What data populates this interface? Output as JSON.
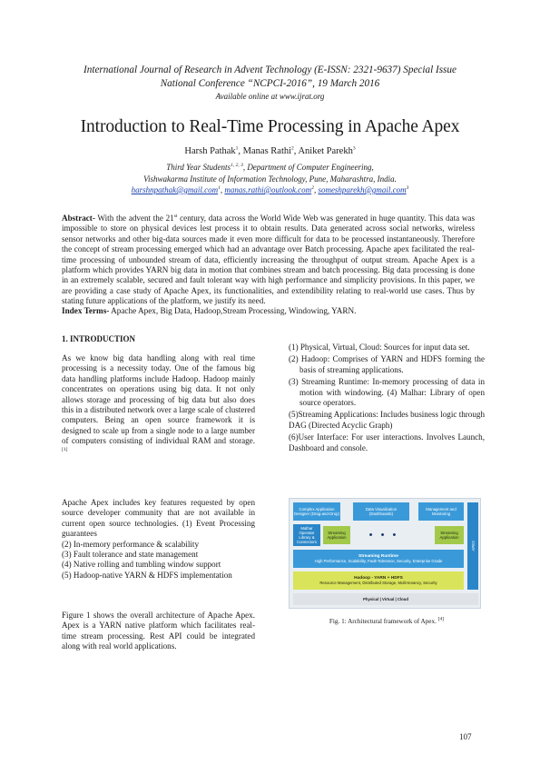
{
  "header": {
    "journal_line1": "International Journal of Research in Advent Technology (E-ISSN: 2321-9637) Special Issue",
    "journal_line2": "National Conference “NCPCI-2016”, 19 March 2016",
    "availability": "Available online at www.ijrat.org"
  },
  "paper": {
    "title": "Introduction to Real-Time Processing in Apache Apex",
    "authors": [
      {
        "name": "Harsh Pathak",
        "sup": "1"
      },
      {
        "name": "Manas Rathi",
        "sup": "2"
      },
      {
        "name": "Aniket Parekh",
        "sup": "3"
      }
    ],
    "affiliation_line1_pre": "Third Year Students",
    "affiliation_line1_sup": "1, 2, 3",
    "affiliation_line1_post": ", Department of Computer Engineering,",
    "affiliation_line2": "Vishwakarma Institute of Information Technology, Pune, Maharashtra, India.",
    "emails": [
      {
        "addr": "harshnpathak@gmail.com",
        "sup": "1"
      },
      {
        "addr": "manas.rathi@outlook.com",
        "sup": "2"
      },
      {
        "addr": "someshparekh@gmail.com",
        "sup": "3"
      }
    ],
    "abstract_label": "Abstract-",
    "abstract_part1": " With the advent the 21",
    "abstract_sup": "st",
    "abstract_part2": " century, data across the World Wide Web was generated in huge quantity. This data was impossible to store on physical devices lest process it to obtain results. Data generated across social networks, wireless sensor networks and other big-data sources made it even more difficult for data to be processed instantaneously. Therefore the concept of stream processing emerged which had an advantage over Batch processing. Apache apex facilitated the real-time processing of unbounded stream of data, efficiently increasing the throughput of output stream. Apache Apex is a platform which provides YARN big data in motion that combines stream and batch processing. Big data processing is done in an extremely scalable, secured and fault tolerant way with high performance and simplicity provisions. In this paper, we are providing a case study of Apache Apex, its functionalities, and extendibility relating to real-world use cases. Thus by stating future applications of the platform, we justify its need.",
    "index_label": "Index Terms-",
    "index_terms": " Apache Apex, Big Data, Hadoop,Stream Processing, Windowing, YARN.",
    "section1_heading": "1. INTRODUCTION",
    "left_p1": "As we know big data handling along with real time processing is a necessity today. One of the famous big data handling platforms include Hadoop. Hadoop mainly concentrates on operations using big data. It not only allows storage and processing of big data but also does this in a distributed network over a large scale of clustered computers. Being an open source framework it is designed to scale up from a single node to a large number of computers consisting of individual RAM and storage.",
    "left_p1_ref": "[1]",
    "left_p2": "Apache Apex includes key features requested by open source developer community that are not available in current open source technologies. (1) Event Processing guarantees",
    "features": [
      "(2) In-memory performance & scalability",
      "(3) Fault tolerance and state management",
      "(4) Native rolling and tumbling window support",
      "(5) Hadoop-native YARN & HDFS implementation"
    ],
    "left_p3": "Figure 1 shows the overall architecture of Apache Apex. Apex is a YARN native platform which facilitates real-time stream processing. Rest API could be integrated along with real world applications.",
    "right_items": [
      "(1) Physical, Virtual, Cloud: Sources for input data set.",
      "(2) Hadoop: Comprises of YARN and HDFS forming the basis of streaming applications.",
      "(3) Streaming Runtime: In-memory processing of data in motion with windowing. (4) Malhar: Library of open source operators.",
      "(5)Streaming Applications: Includes business logic through DAG (Directed Acyclic Graph)",
      "(6)User Interface: For user interactions. Involves Launch, Dashboard and console."
    ],
    "figure_caption": "Fig. 1: Architectural framework of Apex.",
    "figure_caption_ref": "[4]",
    "page_number": "107"
  },
  "figure": {
    "app_box1": "Complex Application Designer (Drag-and-Drop)",
    "app_box2": "Data Visualization (Dashboards)",
    "app_box3": "Management and Monitoring",
    "malhar_box": "Malhar Operator Library & Connectors",
    "stream_app1": "Streaming Application",
    "dots": "• • •",
    "stream_app2": "Streaming Application",
    "side_label": "APEX",
    "runtime_title": "Streaming Runtime",
    "runtime_sub": "High Performance, Scalability, Fault-Tolerance, Security, Enterprise Grade",
    "hadoop_title": "Hadoop - YARN + HDFS",
    "hadoop_sub": "Resource Management, Distributed Storage, Multi-tenancy, Security",
    "infra": "Physical | Virtual | Cloud"
  }
}
